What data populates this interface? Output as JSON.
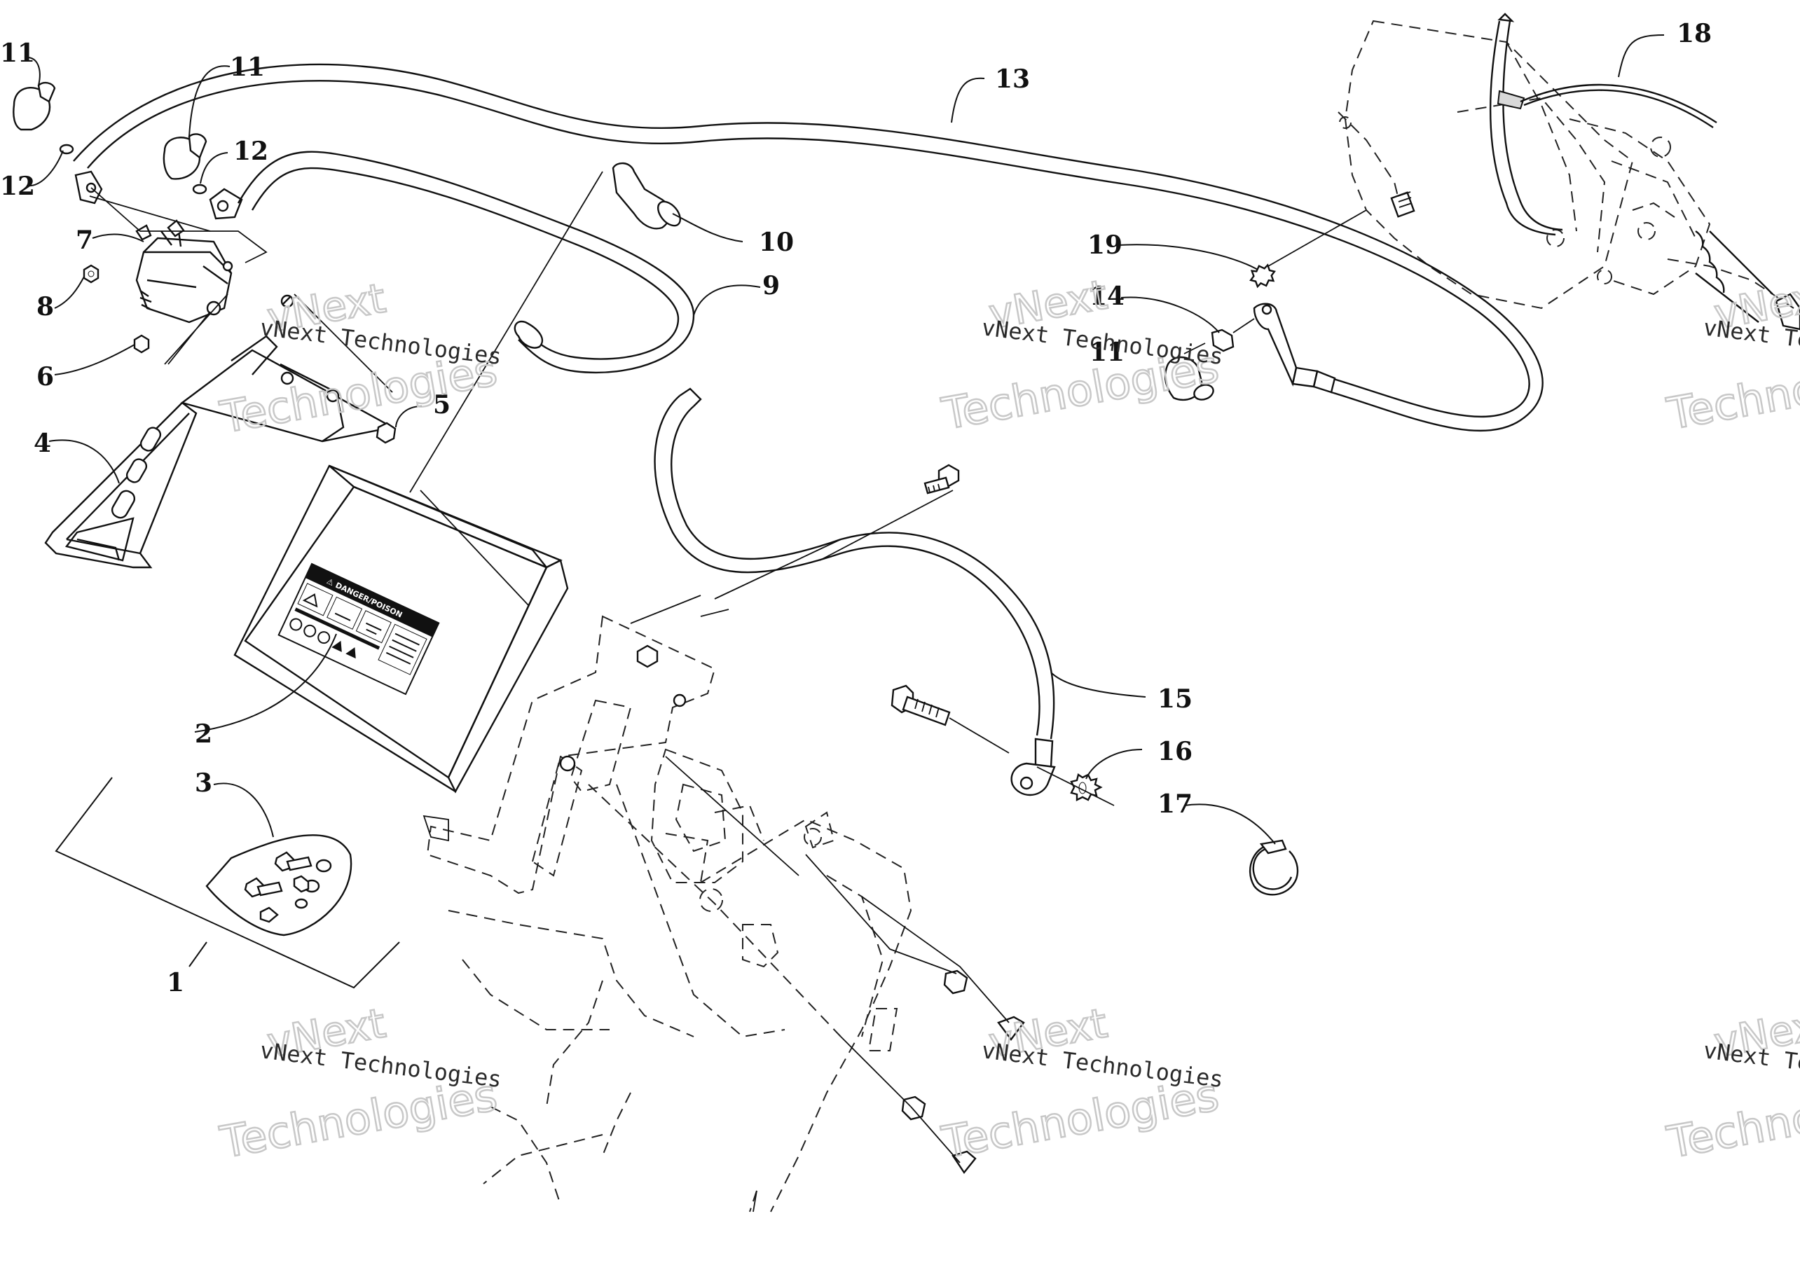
{
  "callouts": [
    "1",
    "2",
    "3",
    "4",
    "5",
    "6",
    "7",
    "8",
    "9",
    "10",
    "11",
    "11",
    "11",
    "12",
    "12",
    "13",
    "14",
    "15",
    "16",
    "17",
    "18",
    "19"
  ],
  "watermark": {
    "small": "vNext Technologies",
    "brand_top": "vNext",
    "brand_bottom": "Technologies"
  },
  "battery_label": {
    "header": "⚠ DANGER/POISON"
  }
}
